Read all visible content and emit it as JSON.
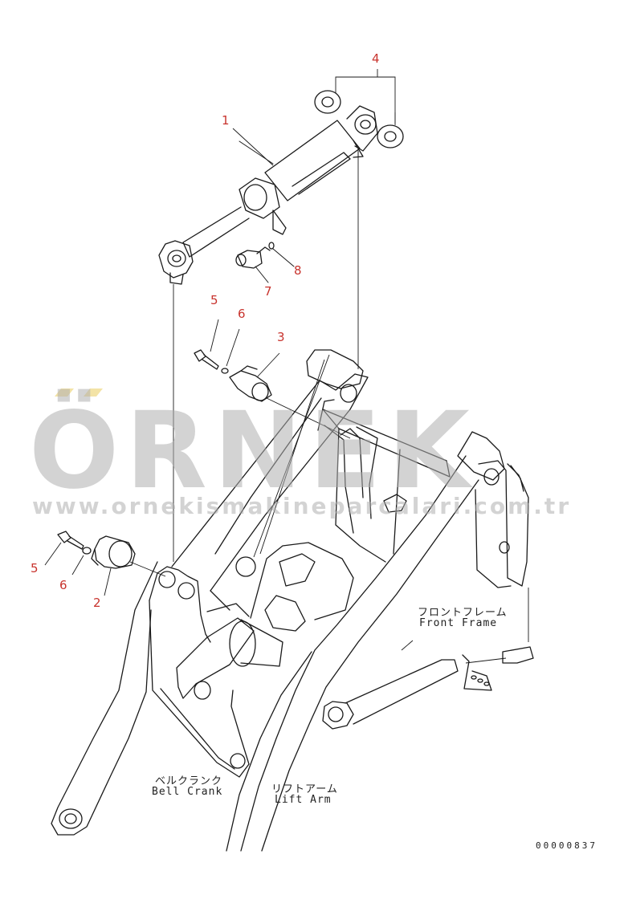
{
  "watermark": {
    "brand": "ÖRNEK",
    "site": "www.ornekismakineparcalari.com.tr",
    "accent_color": "#f3e3a6"
  },
  "callouts": {
    "c1": "1",
    "c2": "2",
    "c3": "3",
    "c4": "4",
    "c5a": "5",
    "c5b": "5",
    "c6a": "6",
    "c6b": "6",
    "c7": "7",
    "c8": "8"
  },
  "labels": {
    "front_frame_jp": "フロントフレーム",
    "front_frame_en": "Front Frame",
    "bell_crank_jp": "ベルクランク",
    "bell_crank_en": "Bell Crank",
    "lift_arm_jp": "リフトアーム",
    "lift_arm_en": "Lift Arm"
  },
  "doc_number": "00000837",
  "colors": {
    "callout": "#c8332d",
    "line": "#1a1a1a",
    "watermark": "#afafaf"
  }
}
